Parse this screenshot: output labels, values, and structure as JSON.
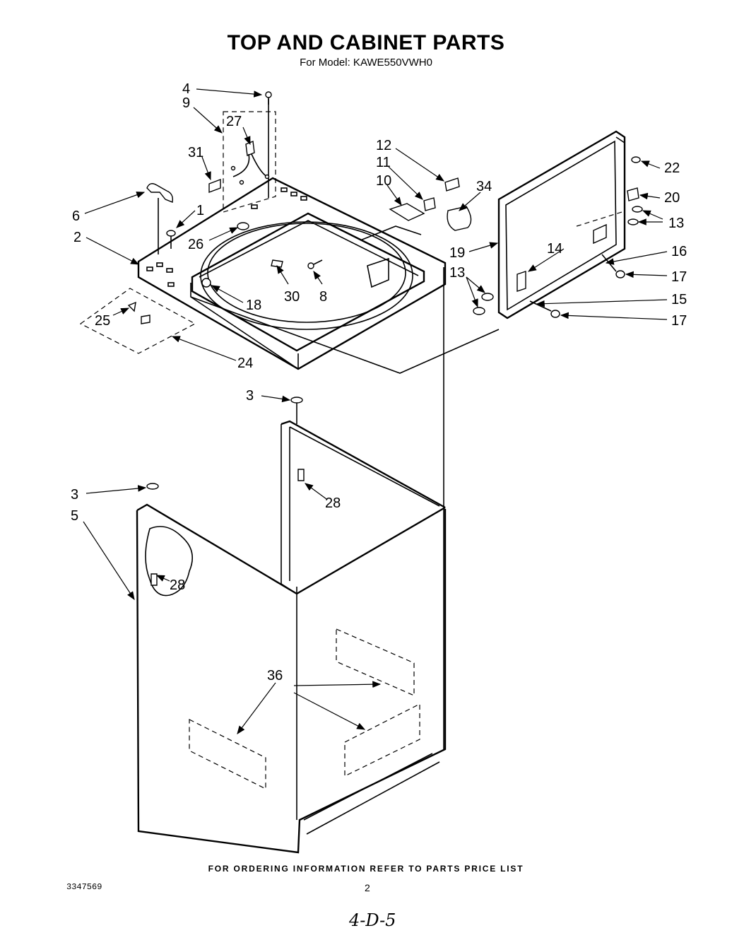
{
  "header": {
    "title": "TOP AND CABINET PARTS",
    "subtitle": "For Model: KAWE550VWH0"
  },
  "footer": {
    "ordering_note": "FOR ORDERING INFORMATION REFER TO PARTS PRICE LIST",
    "document_number": "3347569",
    "page_number": "2",
    "handwritten_note": "4-D-5"
  },
  "callouts": {
    "c1": "1",
    "c2": "2",
    "c3a": "3",
    "c3b": "3",
    "c4": "4",
    "c5": "5",
    "c6": "6",
    "c8": "8",
    "c9": "9",
    "c10": "10",
    "c11": "11",
    "c12": "12",
    "c13a": "13",
    "c13b": "13",
    "c14": "14",
    "c15": "15",
    "c16": "16",
    "c17a": "17",
    "c17b": "17",
    "c18": "18",
    "c19": "19",
    "c20": "20",
    "c22": "22",
    "c24": "24",
    "c25": "25",
    "c26": "26",
    "c27": "27",
    "c28a": "28",
    "c28b": "28",
    "c30": "30",
    "c31": "31",
    "c34": "34",
    "c36": "36"
  }
}
